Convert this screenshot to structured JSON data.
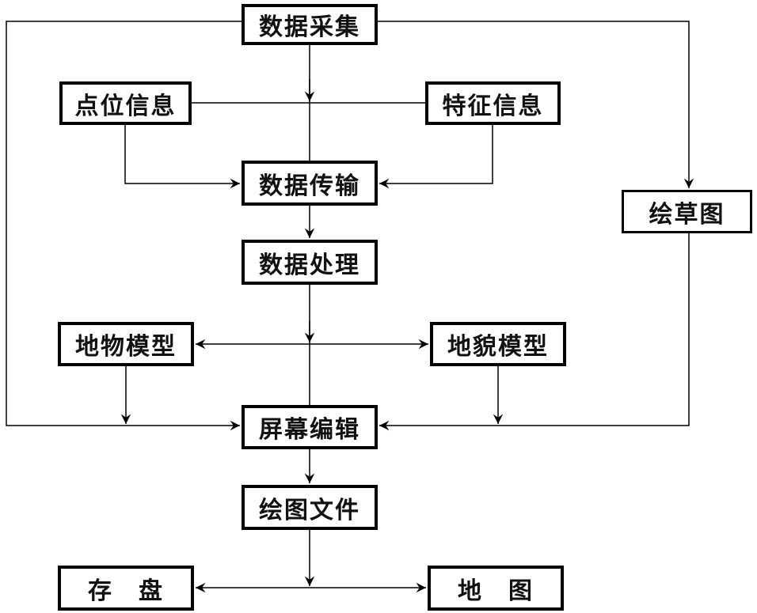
{
  "figure": {
    "type": "flowchart",
    "background_color": "#ffffff",
    "line_color": "#000000",
    "nodes": {
      "data_collection": {
        "label": "数据采集"
      },
      "point_info": {
        "label": "点位信息"
      },
      "feature_info": {
        "label": "特征信息"
      },
      "data_transmission": {
        "label": "数据传输"
      },
      "data_processing": {
        "label": "数据处理"
      },
      "sketch_drawing": {
        "label": "绘草图"
      },
      "ground_object_model": {
        "label": "地物模型"
      },
      "landform_model": {
        "label": "地貌模型"
      },
      "screen_editing": {
        "label": "屏幕编辑"
      },
      "drawing_file": {
        "label": "绘图文件"
      },
      "save_disk": {
        "label": "存　盘"
      },
      "map": {
        "label": "地　图"
      }
    },
    "edges": [
      {
        "from": "数据采集",
        "to": "数据传输",
        "type": "arrow",
        "note": "vertical line passing through the 点位信息-特征信息 bus"
      },
      {
        "from": "点位信息",
        "to": "特征信息",
        "type": "line"
      },
      {
        "from": "点位信息",
        "to": "数据传输",
        "type": "arrow"
      },
      {
        "from": "特征信息",
        "to": "数据传输",
        "type": "arrow"
      },
      {
        "from": "数据传输",
        "to": "数据处理",
        "type": "arrow"
      },
      {
        "from": "数据处理",
        "to": "屏幕编辑",
        "type": "arrow",
        "note": "vertical line passing through the 地物模型-地貌模型 bus"
      },
      {
        "from": "地物模型",
        "to": "地貌模型",
        "type": "bidirectional-arrow"
      },
      {
        "from": "地物模型",
        "to": "屏幕编辑",
        "type": "arrow"
      },
      {
        "from": "地貌模型",
        "to": "屏幕编辑",
        "type": "arrow"
      },
      {
        "from": "数据采集",
        "to": "屏幕编辑",
        "type": "arrow",
        "note": "left side rail"
      },
      {
        "from": "数据采集",
        "to": "绘草图",
        "type": "arrow",
        "note": "right side rail"
      },
      {
        "from": "绘草图",
        "to": "屏幕编辑",
        "type": "arrow"
      },
      {
        "from": "屏幕编辑",
        "to": "绘图文件",
        "type": "arrow"
      },
      {
        "from": "绘图文件",
        "to": "存盘 / 地图",
        "type": "arrow",
        "note": "vertical line ending at the 存盘-地图 bus"
      },
      {
        "from": "存盘",
        "to": "地图",
        "type": "bidirectional-arrow"
      }
    ]
  }
}
